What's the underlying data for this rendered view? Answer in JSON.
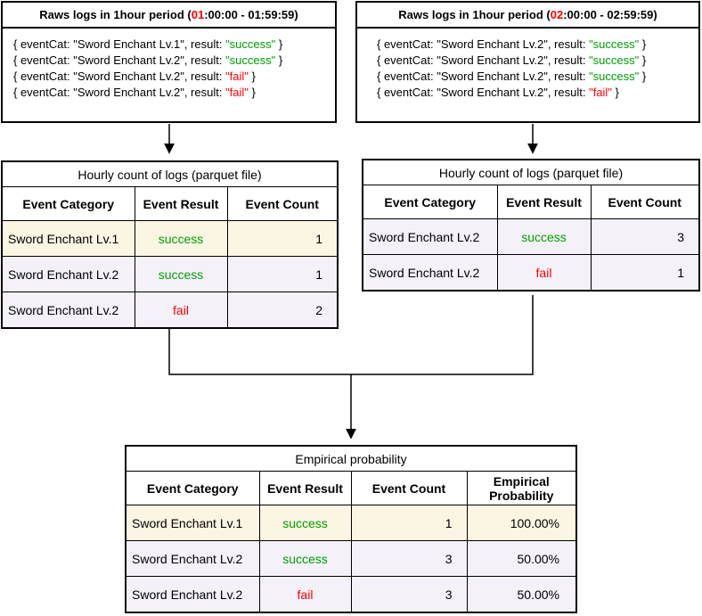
{
  "colors": {
    "hour_highlight": "#FF0000",
    "success_green": "#00A000",
    "fail_red": "#FF0000",
    "row_cream": "#FBF5E4",
    "row_lavender": "#F4F1F9",
    "border_black": "#000000"
  },
  "raw_boxes": [
    {
      "title_prefix": "Raws logs in 1hour period (",
      "hour": "01",
      "title_suffix": ":00:00 - 01:59:59)",
      "logs": [
        {
          "before": "{ eventCat: \"Sword Enchant Lv.1\", result: ",
          "result": "\"success\"",
          "after": " }",
          "result_color": "#00A000"
        },
        {
          "before": "{ eventCat: \"Sword Enchant Lv.2\", result: ",
          "result": "\"success\"",
          "after": " }",
          "result_color": "#00A000"
        },
        {
          "before": "{ eventCat: \"Sword Enchant Lv.2\", result: ",
          "result": "\"fail\"",
          "after": " }",
          "result_color": "#FF0000"
        },
        {
          "before": "{ eventCat: \"Sword Enchant Lv.2\", result: ",
          "result": "\"fail\"",
          "after": " }",
          "result_color": "#FF0000"
        }
      ]
    },
    {
      "title_prefix": "Raws logs in 1hour period (",
      "hour": "02",
      "title_suffix": ":00:00 - 02:59:59)",
      "logs": [
        {
          "before": "{ eventCat: \"Sword Enchant Lv.2\", result: ",
          "result": "\"success\"",
          "after": " }",
          "result_color": "#00A000"
        },
        {
          "before": "{ eventCat: \"Sword Enchant Lv.2\", result: ",
          "result": "\"success\"",
          "after": " }",
          "result_color": "#00A000"
        },
        {
          "before": "{ eventCat: \"Sword Enchant Lv.2\", result: ",
          "result": "\"success\"",
          "after": " }",
          "result_color": "#00A000"
        },
        {
          "before": "{ eventCat: \"Sword Enchant Lv.2\", result: ",
          "result": "\"fail\"",
          "after": " }",
          "result_color": "#FF0000"
        }
      ]
    }
  ],
  "hourly_tables": [
    {
      "title": "Hourly count of logs (parquet file)",
      "headers": [
        "Event Category",
        "Event Result",
        "Event Count"
      ],
      "rows": [
        {
          "category": "Sword Enchant Lv.1",
          "result": "success",
          "result_color": "#00A000",
          "count": "1",
          "row_bg": "#FBF5E4"
        },
        {
          "category": "Sword Enchant Lv.2",
          "result": "success",
          "result_color": "#00A000",
          "count": "1",
          "row_bg": "#F4F1F9"
        },
        {
          "category": "Sword Enchant Lv.2",
          "result": "fail",
          "result_color": "#FF0000",
          "count": "2",
          "row_bg": "#F4F1F9"
        }
      ]
    },
    {
      "title": "Hourly count of logs (parquet file)",
      "headers": [
        "Event Category",
        "Event Result",
        "Event Count"
      ],
      "rows": [
        {
          "category": "Sword Enchant Lv.2",
          "result": "success",
          "result_color": "#00A000",
          "count": "3",
          "row_bg": "#F4F1F9"
        },
        {
          "category": "Sword Enchant Lv.2",
          "result": "fail",
          "result_color": "#FF0000",
          "count": "1",
          "row_bg": "#F4F1F9"
        }
      ]
    }
  ],
  "probability_table": {
    "title": "Empirical probability",
    "headers": [
      "Event Category",
      "Event Result",
      "Event Count",
      "Empirical Probability"
    ],
    "rows": [
      {
        "category": "Sword Enchant Lv.1",
        "result": "success",
        "result_color": "#00A000",
        "count": "1",
        "probability": "100.00%",
        "row_bg": "#FBF5E4"
      },
      {
        "category": "Sword Enchant Lv.2",
        "result": "success",
        "result_color": "#00A000",
        "count": "3",
        "probability": "50.00%",
        "row_bg": "#F4F1F9"
      },
      {
        "category": "Sword Enchant Lv.2",
        "result": "fail",
        "result_color": "#FF0000",
        "count": "3",
        "probability": "50.00%",
        "row_bg": "#F4F1F9"
      }
    ]
  }
}
